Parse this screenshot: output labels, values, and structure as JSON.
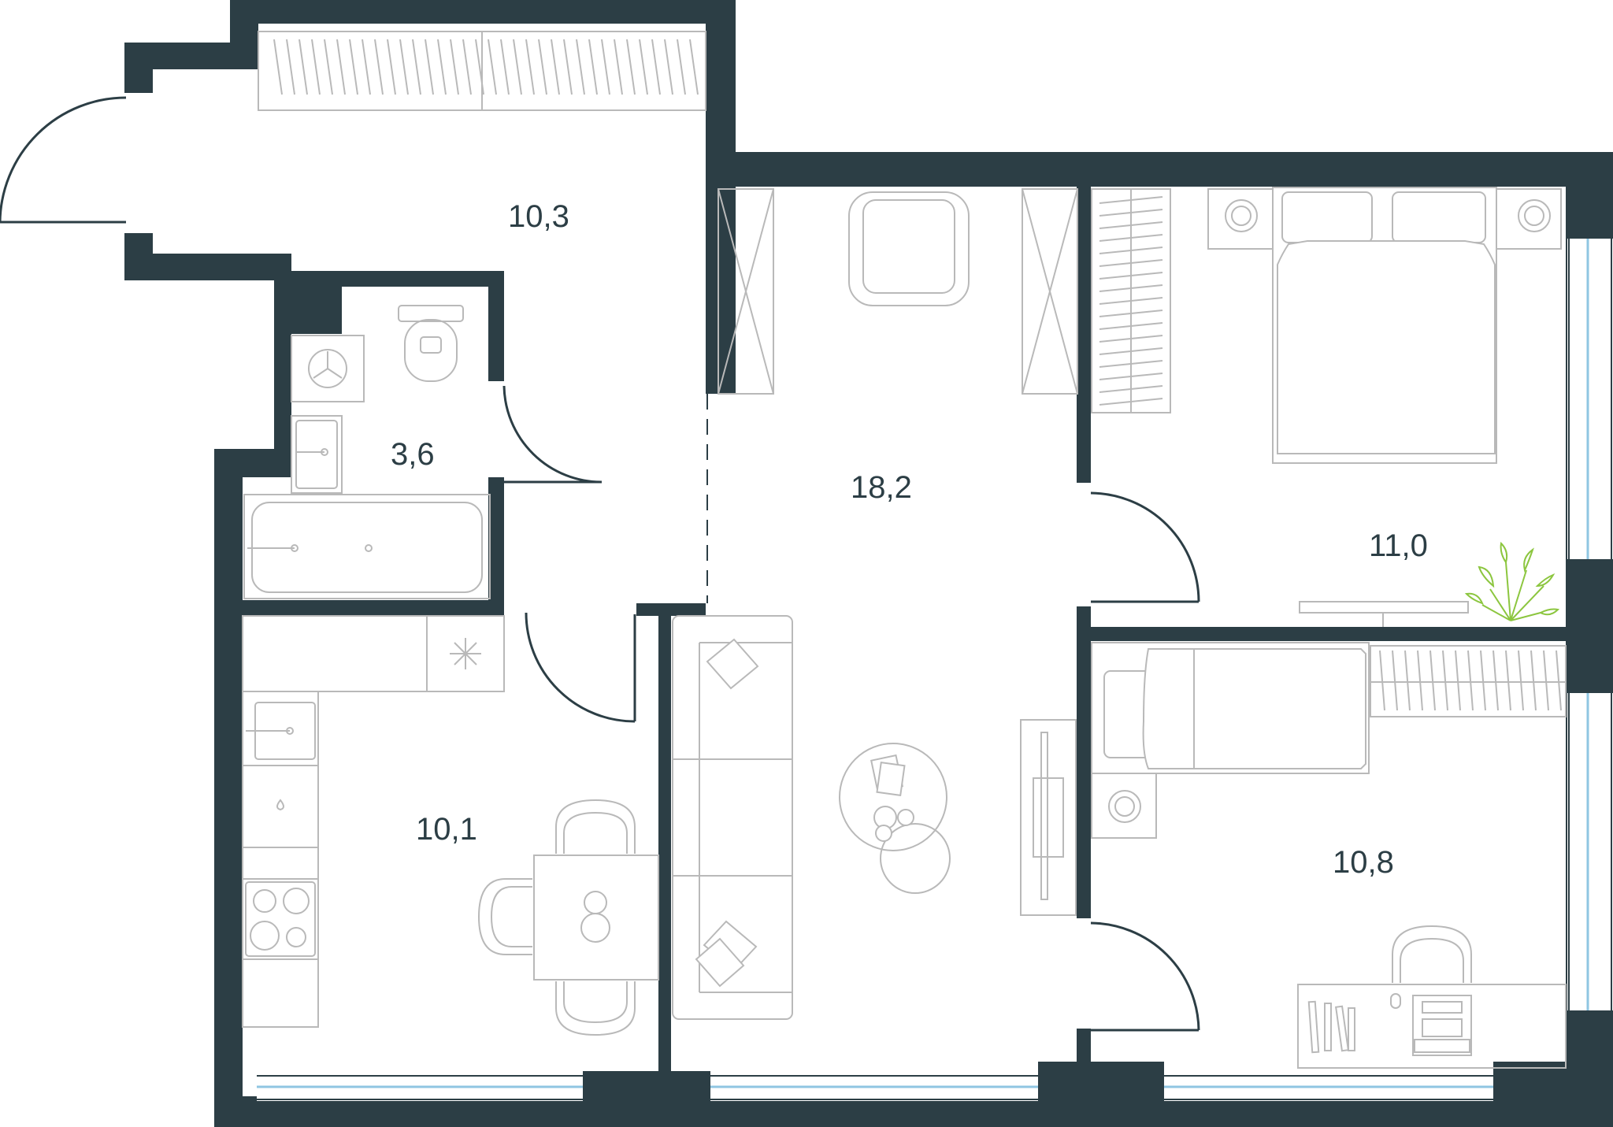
{
  "plan": {
    "wall_color": "#2c3e45",
    "furniture_color": "#b9b9b9",
    "window_glass_color": "#8fc6e2",
    "plant_color": "#8cc63f"
  },
  "rooms": {
    "hall": {
      "area": "10,3"
    },
    "bathroom": {
      "area": "3,6"
    },
    "living": {
      "area": "18,2"
    },
    "bedroom": {
      "area": "11,0"
    },
    "kitchen": {
      "area": "10,1"
    },
    "kids_room": {
      "area": "10,8"
    }
  }
}
